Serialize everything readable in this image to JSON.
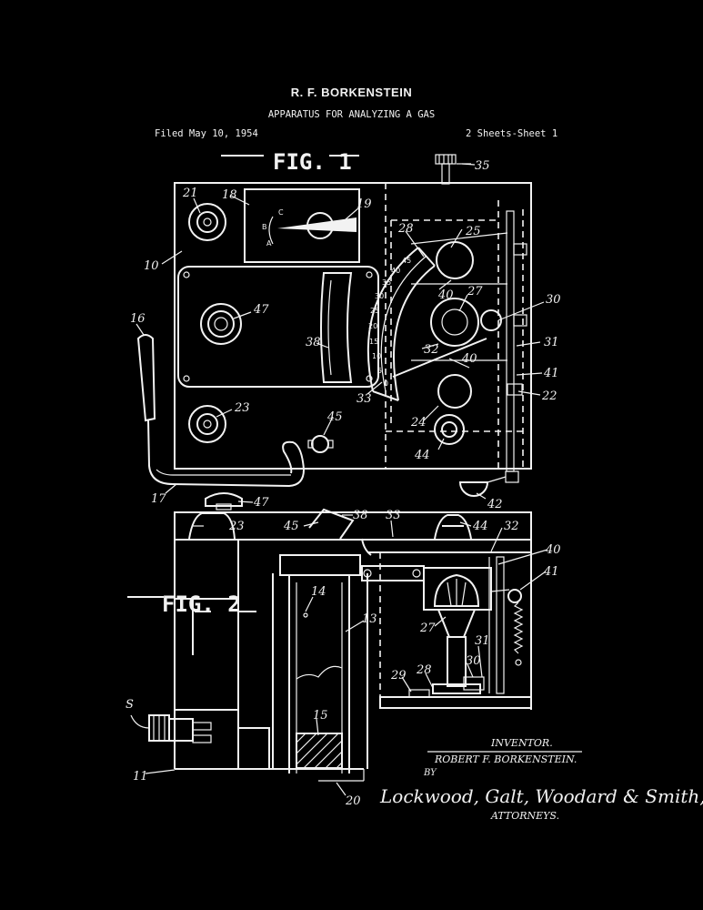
{
  "header": {
    "inventor_name": "R. F. BORKENSTEIN",
    "title": "APPARATUS FOR ANALYZING A GAS",
    "filed": "Filed May 10, 1954",
    "sheets": "2 Sheets-Sheet 1"
  },
  "figures": {
    "fig1": "FIG. 1",
    "fig2": "FIG. 2"
  },
  "fig1_refs": {
    "r35": "35",
    "r21": "21",
    "r18": "18",
    "r19": "19",
    "r10": "10",
    "r28": "28",
    "r25": "25",
    "r40a": "40",
    "r27": "27",
    "r30": "30",
    "r47": "47",
    "r16": "16",
    "r38": "38",
    "r32": "32",
    "r31": "31",
    "r40b": "40",
    "r41": "41",
    "r33": "33",
    "r22": "22",
    "r23": "23",
    "r24": "24",
    "r45": "45",
    "r44": "44",
    "r17": "17",
    "r42": "42"
  },
  "fig2_refs": {
    "r47": "47",
    "r38": "38",
    "r23": "23",
    "r45": "45",
    "r33": "33",
    "r44": "44",
    "r32": "32",
    "r40": "40",
    "r41": "41",
    "r14": "14",
    "r13": "13",
    "r27": "27",
    "r31": "31",
    "r29": "29",
    "r28": "28",
    "r30": "30",
    "rS": "S",
    "r15": "15",
    "r11": "11",
    "r20": "20"
  },
  "dial_scale": [
    "0",
    "5",
    "10",
    "15",
    "20",
    "25",
    "30",
    "35",
    "40",
    "45"
  ],
  "gauge_letters": [
    "A",
    "B",
    "C"
  ],
  "footer": {
    "inventor_label": "INVENTOR.",
    "inventor_full": "ROBERT F. BORKENSTEIN.",
    "by": "BY",
    "signature": "Lockwood, Galt, Woodard & Smith,",
    "attorneys": "ATTORNEYS."
  }
}
